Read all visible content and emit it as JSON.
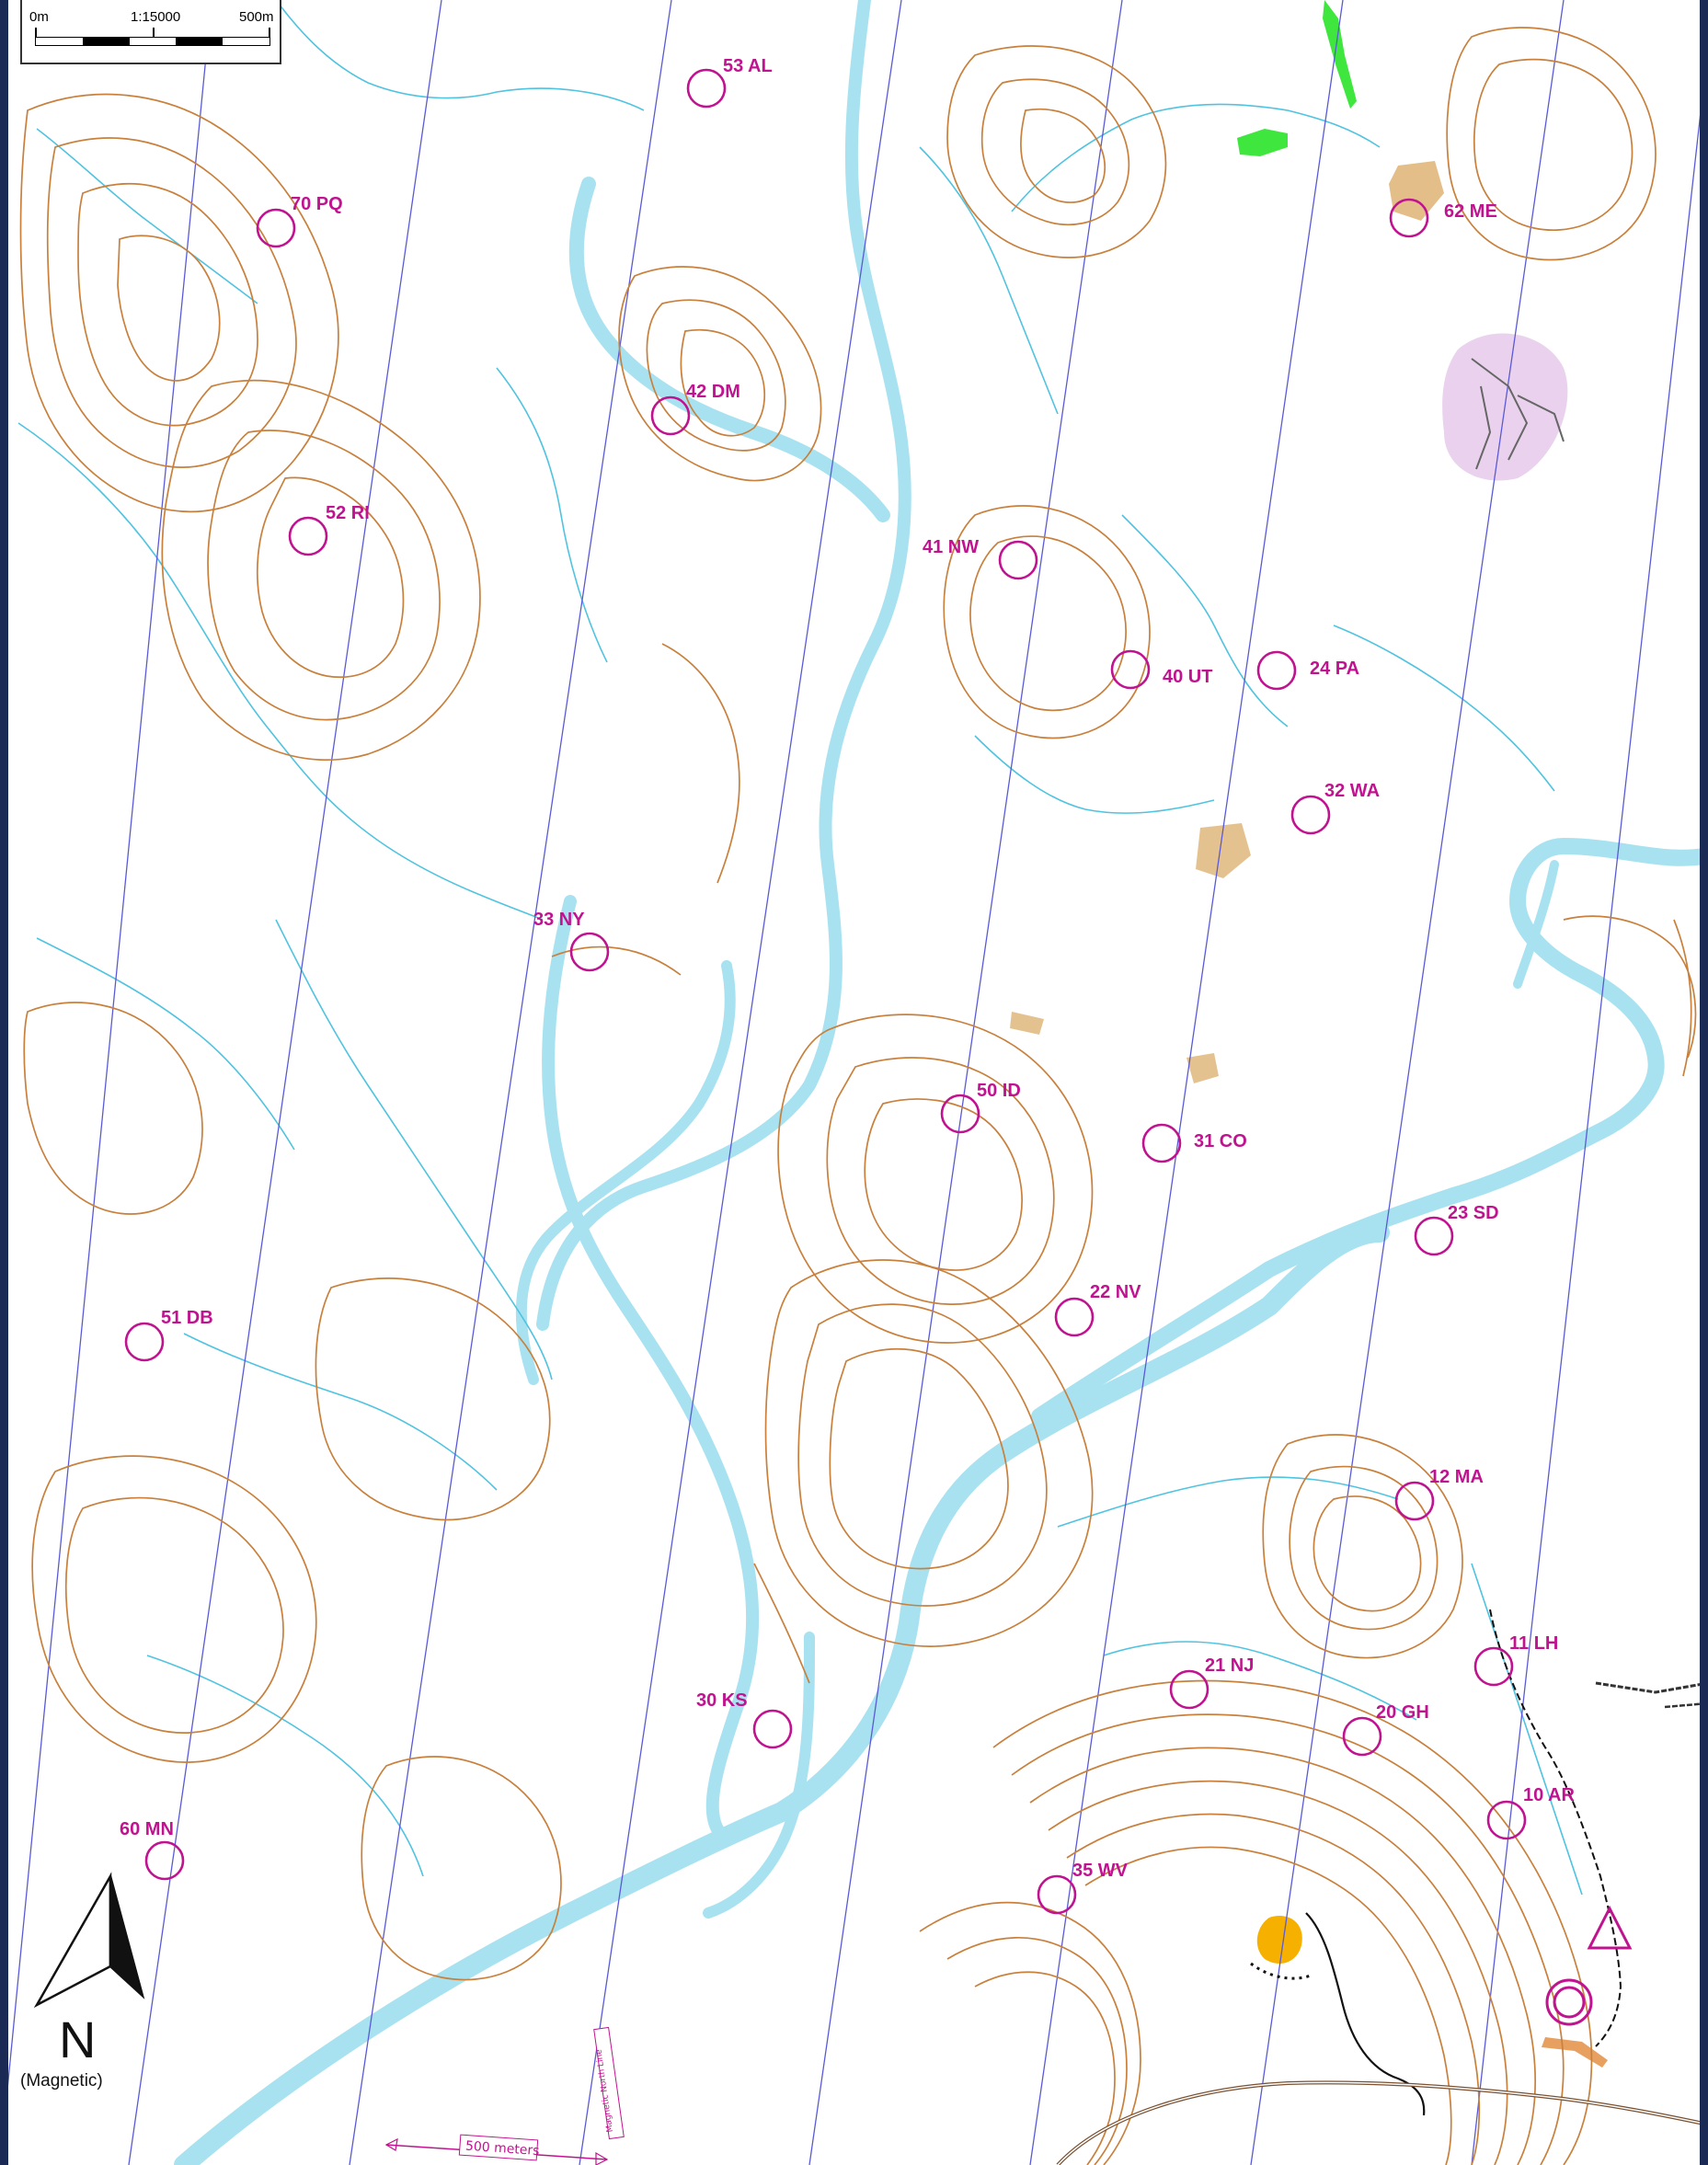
{
  "map": {
    "colors": {
      "contour": "#c8803c",
      "water": "#a8e2f0",
      "stream": "#4fc3e0",
      "control": "#c0138f",
      "magnetic_line": "#5a5ad6",
      "vegetation": "#32e032",
      "rock": "#d8a860",
      "marsh": "#e6c8ea",
      "track": "#111111",
      "road": "#7a5030"
    },
    "scale_bar": {
      "start": "0m",
      "ratio": "1:15000",
      "end": "500m"
    },
    "north": {
      "letter": "N",
      "subtitle": "(Magnetic)",
      "icon": "north-arrow-icon"
    },
    "distance_label": "500 meters",
    "magnetic_line_label": "Magnetic North Line",
    "controls": [
      {
        "code": "53 AL"
      },
      {
        "code": "70 PQ"
      },
      {
        "code": "62 ME"
      },
      {
        "code": "42 DM"
      },
      {
        "code": "52 RI"
      },
      {
        "code": "41 NW"
      },
      {
        "code": "40 UT"
      },
      {
        "code": "24 PA"
      },
      {
        "code": "32 WA"
      },
      {
        "code": "33 NY"
      },
      {
        "code": "50 ID"
      },
      {
        "code": "31 CO"
      },
      {
        "code": "23 SD"
      },
      {
        "code": "51 DB"
      },
      {
        "code": "22 NV"
      },
      {
        "code": "12 MA"
      },
      {
        "code": "11 LH"
      },
      {
        "code": "21 NJ"
      },
      {
        "code": "30 KS"
      },
      {
        "code": "20 GH"
      },
      {
        "code": "10 AR"
      },
      {
        "code": "60 MN"
      },
      {
        "code": "35 WV"
      }
    ]
  }
}
